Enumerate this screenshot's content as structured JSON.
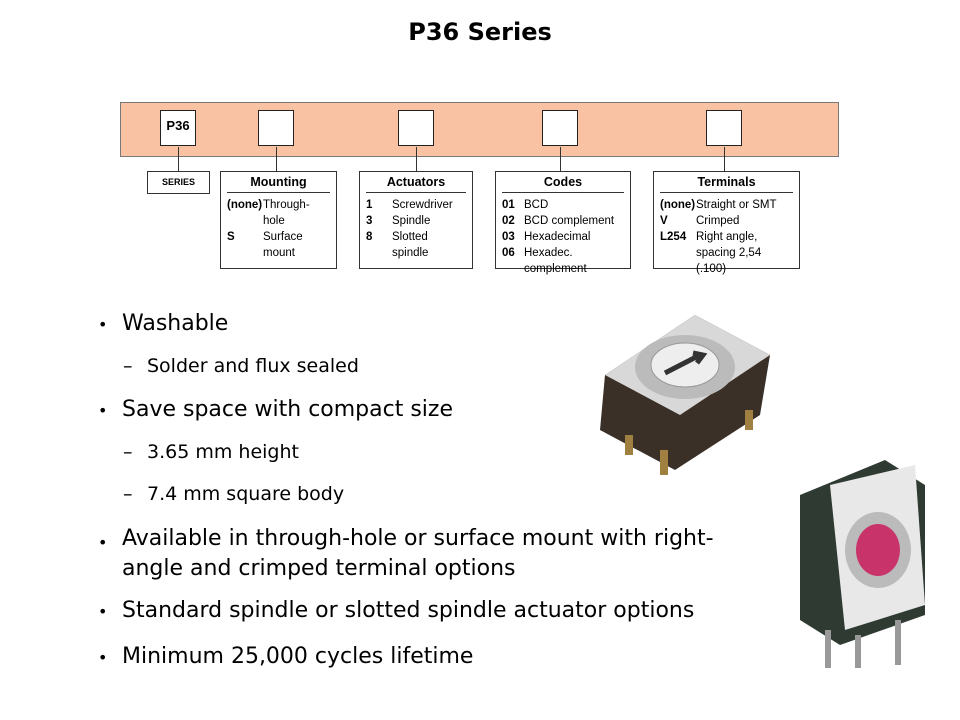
{
  "title": "P36 Series",
  "diagram": {
    "series_code": "P36",
    "series_label": "SERIES",
    "mounting": {
      "title": "Mounting",
      "rows": [
        {
          "k": "(none)",
          "v": "Through-hole"
        },
        {
          "k": "S",
          "v": "Surface mount"
        }
      ]
    },
    "actuators": {
      "title": "Actuators",
      "rows": [
        {
          "k": "1",
          "v": "Screwdriver"
        },
        {
          "k": "3",
          "v": "Spindle"
        },
        {
          "k": "8",
          "v": "Slotted spindle"
        }
      ]
    },
    "codes": {
      "title": "Codes",
      "rows": [
        {
          "k": "01",
          "v": "BCD"
        },
        {
          "k": "02",
          "v": "BCD complement"
        },
        {
          "k": "03",
          "v": "Hexadecimal"
        },
        {
          "k": "06",
          "v": "Hexadec. complement"
        }
      ]
    },
    "terminals": {
      "title": "Terminals",
      "rows": [
        {
          "k": "(none)",
          "v": "Straight or SMT"
        },
        {
          "k": "V",
          "v": "Crimped"
        },
        {
          "k": "L254",
          "v": "Right angle, spacing 2,54  (.100)"
        }
      ]
    }
  },
  "bullets": [
    "Washable",
    "Solder and flux sealed",
    "Save space with compact size",
    "3.65 mm height",
    "7.4 mm square body",
    "Available in through-hole or surface mount with right-angle and crimped terminal options",
    "Standard spindle or slotted spindle actuator options",
    "Minimum 25,000 cycles lifetime"
  ],
  "colors": {
    "bar": "#f9c3a3",
    "knob": "#c8336a"
  }
}
